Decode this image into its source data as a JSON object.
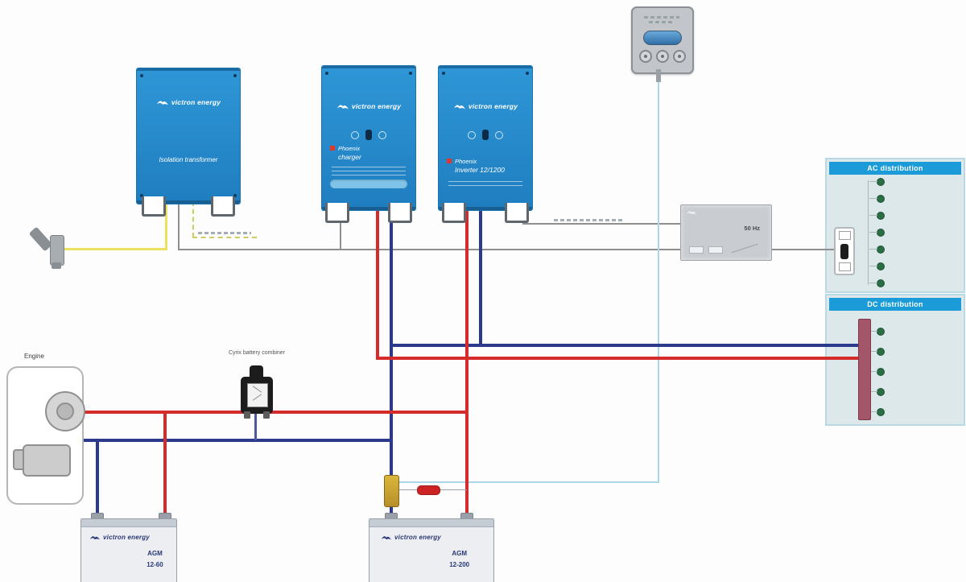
{
  "brand": {
    "name": "victron energy"
  },
  "devices": {
    "isolation_transformer": {
      "label": "Isolation transformer"
    },
    "charger": {
      "line1": "Phoenix",
      "line2": "charger"
    },
    "inverter": {
      "line1": "Phoenix",
      "line2": "Inverter 12/1200"
    },
    "transfer_switch": {
      "label": "50 Hz"
    }
  },
  "panels": {
    "ac_distribution": {
      "header": "AC distribution",
      "outlet_count": 7
    },
    "dc_distribution": {
      "header": "DC distribution",
      "terminal_count": 5
    }
  },
  "labels": {
    "engine": "Engine",
    "battery_switch": "Cyrix battery combiner"
  },
  "batteries": {
    "starter": {
      "type": "AGM",
      "model": "12-60"
    },
    "house": {
      "type": "AGM",
      "model": "12-200"
    }
  },
  "colors": {
    "victron_blue": "#2689ca",
    "panel_header_blue": "#1b9cd8",
    "wire_red": "#d62b2b",
    "wire_navy": "#2b3a8c",
    "wire_yellow": "#ece25f",
    "wire_gray": "#8f8f8f",
    "wire_data_blue": "#a9d7ea",
    "busbar_maroon": "#a25668",
    "terminal_green": "#2a6e45"
  }
}
